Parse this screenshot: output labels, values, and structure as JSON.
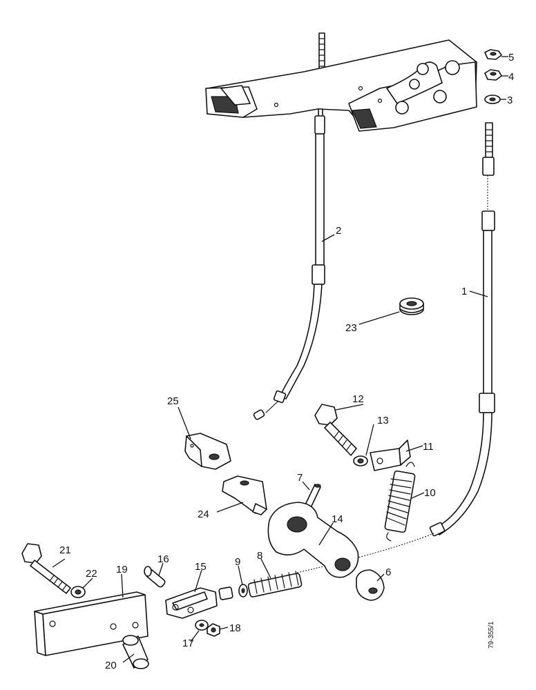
{
  "drawing_ref": "79-355/1",
  "callouts": [
    {
      "id": "1",
      "label": "1"
    },
    {
      "id": "2",
      "label": "2"
    },
    {
      "id": "3",
      "label": "3"
    },
    {
      "id": "4",
      "label": "4"
    },
    {
      "id": "5",
      "label": "5"
    },
    {
      "id": "6",
      "label": "6"
    },
    {
      "id": "7",
      "label": "7"
    },
    {
      "id": "8",
      "label": "8"
    },
    {
      "id": "9",
      "label": "9"
    },
    {
      "id": "10",
      "label": "10"
    },
    {
      "id": "11",
      "label": "11"
    },
    {
      "id": "12",
      "label": "12"
    },
    {
      "id": "13",
      "label": "13"
    },
    {
      "id": "14",
      "label": "14"
    },
    {
      "id": "15",
      "label": "15"
    },
    {
      "id": "16",
      "label": "16"
    },
    {
      "id": "17",
      "label": "17"
    },
    {
      "id": "18",
      "label": "18"
    },
    {
      "id": "19",
      "label": "19"
    },
    {
      "id": "20",
      "label": "20"
    },
    {
      "id": "21",
      "label": "21"
    },
    {
      "id": "22",
      "label": "22"
    },
    {
      "id": "23",
      "label": "23"
    },
    {
      "id": "24",
      "label": "24"
    },
    {
      "id": "25",
      "label": "25"
    }
  ]
}
